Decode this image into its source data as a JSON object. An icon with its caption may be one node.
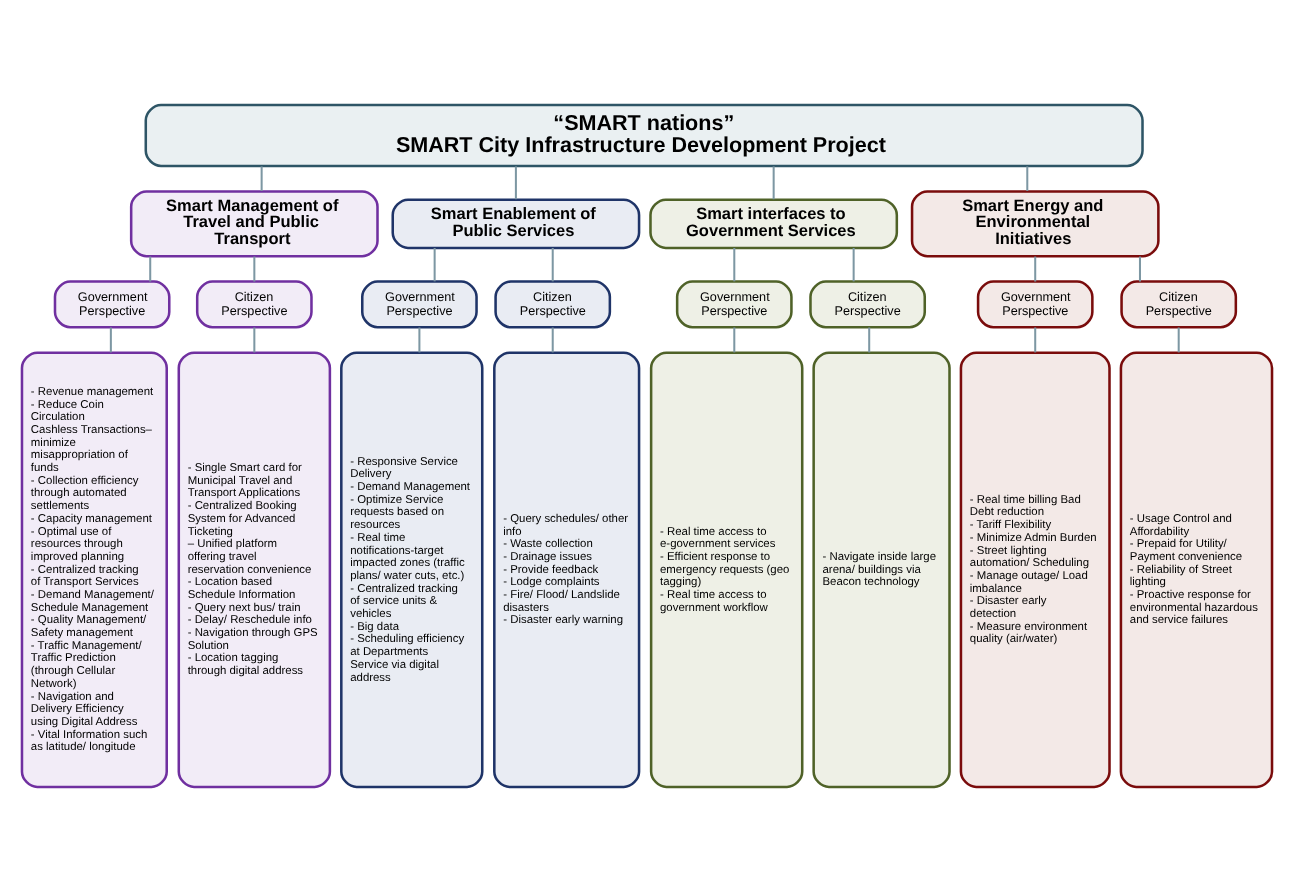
{
  "diagram": {
    "nodes": [
      {
        "text": [
          "“SMART nations”",
          "SMART City Infrastructure Development Project"
        ]
      },
      {
        "text": [
          "Smart Management of Travel and Public Transport"
        ]
      },
      {
        "text": [
          "Smart Enablement of Public Services"
        ]
      },
      {
        "text": [
          "Smart interfaces to Government Services"
        ]
      },
      {
        "text": [
          "Smart Energy and Environmental Initiatives"
        ]
      },
      {
        "text": [
          "Government Perspective"
        ]
      },
      {
        "text": [
          "Citizen Perspective"
        ]
      },
      {
        "text": [
          "Government Perspective"
        ]
      },
      {
        "text": [
          "Citizen Perspective"
        ]
      },
      {
        "text": [
          "Government Perspective"
        ]
      },
      {
        "text": [
          "Citizen Perspective"
        ]
      },
      {
        "text": [
          "Government Perspective"
        ]
      },
      {
        "text": [
          "Citizen Perspective"
        ]
      },
      {
        "text": [
          "- Revenue management",
          "- Reduce Coin Circulation",
          "Cashless Transactions– minimize misappropriation of funds",
          "- Collection efficiency through automated settlements",
          "- Capacity management",
          "- Optimal use of resources through improved planning",
          "- Centralized tracking of Transport Services",
          "- Demand Management/ Schedule Management",
          "- Quality Management/ Safety management",
          "- Traffic Management/ Traffic Prediction (through Cellular Network)",
          "- Navigation and Delivery Efficiency using Digital Address",
          "- Vital Information such as latitude/ longitude"
        ]
      },
      {
        "text": [
          "- Single Smart card for Municipal Travel and Transport Applications",
          "- Centralized Booking System for Advanced Ticketing",
          "– Unified platform offering travel reservation convenience",
          "- Location based Schedule Information",
          "- Query next bus/ train",
          "- Delay/ Reschedule info",
          "- Navigation through GPS Solution",
          "- Location tagging through digital address"
        ]
      },
      {
        "text": [
          "- Responsive Service Delivery",
          "- Demand Management",
          "- Optimize Service requests based on resources",
          "- Real time notifications-target impacted zones (traffic plans/ water cuts, etc.)",
          "- Centralized tracking of service units & vehicles",
          "- Big data",
          "- Scheduling efficiency at Departments",
          "Service via digital address"
        ]
      },
      {
        "text": [
          "- Query schedules/ other info",
          "- Waste collection",
          "- Drainage issues",
          "- Provide feedback",
          "- Lodge complaints",
          "- Fire/ Flood/ Landslide disasters",
          "- Disaster early warning"
        ]
      },
      {
        "text": [
          "- Real time access to e-government services",
          "- Efficient response to emergency requests (geo tagging)",
          "- Real time access to government workflow"
        ]
      },
      {
        "text": [
          "- Navigate inside large arena/ buildings via Beacon technology"
        ]
      },
      {
        "text": [
          "- Real time billing Bad Debt reduction",
          "- Tariff Flexibility",
          "- Minimize Admin Burden",
          "- Street lighting automation/ Scheduling",
          "- Manage outage/ Load imbalance",
          "- Disaster early detection",
          "- Measure environment quality (air/water)"
        ]
      },
      {
        "text": [
          "- Usage Control and Affordability",
          "- Prepaid for Utility/ Payment convenience",
          "- Reliability of Street lighting",
          "- Proactive response for environmental hazardous and service failures"
        ]
      }
    ],
    "edges": [
      {
        "from": 0,
        "to": 1,
        "arrow": "none"
      },
      {
        "from": 0,
        "to": 2,
        "arrow": "none"
      },
      {
        "from": 0,
        "to": 3,
        "arrow": "none"
      },
      {
        "from": 0,
        "to": 4,
        "arrow": "none"
      },
      {
        "from": 1,
        "to": 5,
        "arrow": "none"
      },
      {
        "from": 1,
        "to": 6,
        "arrow": "none"
      },
      {
        "from": 2,
        "to": 7,
        "arrow": "none"
      },
      {
        "from": 2,
        "to": 8,
        "arrow": "none"
      },
      {
        "from": 3,
        "to": 9,
        "arrow": "none"
      },
      {
        "from": 3,
        "to": 10,
        "arrow": "none"
      },
      {
        "from": 4,
        "to": 11,
        "arrow": "none"
      },
      {
        "from": 4,
        "to": 12,
        "arrow": "none"
      },
      {
        "from": 5,
        "to": 13,
        "arrow": "none"
      },
      {
        "from": 6,
        "to": 14,
        "arrow": "none"
      },
      {
        "from": 7,
        "to": 15,
        "arrow": "none"
      },
      {
        "from": 8,
        "to": 16,
        "arrow": "none"
      },
      {
        "from": 9,
        "to": 17,
        "arrow": "none"
      },
      {
        "from": 10,
        "to": 18,
        "arrow": "none"
      },
      {
        "from": 11,
        "to": 19,
        "arrow": "none"
      },
      {
        "from": 12,
        "to": 20,
        "arrow": "none"
      }
    ]
  }
}
